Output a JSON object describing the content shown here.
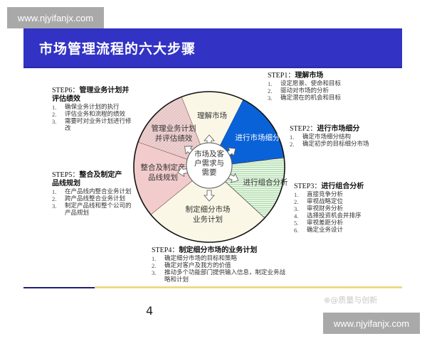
{
  "watermark": {
    "text": "www.njyifanjx.com"
  },
  "header": {
    "title": "市场管理流程的六大步骤",
    "bg_color": "#3232c4"
  },
  "center": {
    "label_lines": [
      "市场及客",
      "户需求与",
      "需要"
    ]
  },
  "segments": [
    {
      "id": "understand-market",
      "label_lines": [
        "理解市场"
      ],
      "color": "#fbf7e8"
    },
    {
      "id": "market-segmentation",
      "label_lines": [
        "进行市场细分"
      ],
      "color": "#0a62d8"
    },
    {
      "id": "portfolio-analysis",
      "label_lines": [
        "进行组合分析"
      ],
      "color": "#d2edd0"
    },
    {
      "id": "segment-business-plan",
      "label_lines": [
        "制定细分市场",
        "业务计划"
      ],
      "color": "#fbf7e8"
    },
    {
      "id": "integrate-product-line",
      "label_lines": [
        "整合及制定产",
        "品线规划"
      ],
      "color": "#f2c8c8"
    },
    {
      "id": "manage-evaluate",
      "label_lines": [
        "管理业务计划",
        "并评估绩效"
      ],
      "color": "#e8c4c4"
    }
  ],
  "steps": [
    {
      "no": "STEP1：",
      "title": "理解市场",
      "items": [
        "设定愿景、使命和目标",
        "驱动对市场的分析",
        "确定潜在的机会和目标"
      ]
    },
    {
      "no": "STEP2：",
      "title": "进行市场细分",
      "items": [
        "确定市场细分结构",
        "确定初步的目标细分市场"
      ]
    },
    {
      "no": "STEP3：",
      "title": "进行组合分析",
      "items": [
        "直接竞争分析",
        "审视战略定位",
        "审视财务分析",
        "选择投资机会并排序",
        "审视差距分析",
        "确定业务设计"
      ]
    },
    {
      "no": "STEP4：",
      "title": "制定细分市场的业务计划",
      "items": [
        "确定细分市场的目标和策略",
        "确定对客户及我方的价值",
        "推动多个功能部门提供输入信息，制定业务战略和计划"
      ]
    },
    {
      "no": "STEP5：",
      "title_lines": [
        "整合及制定产",
        "品线规划"
      ],
      "items": [
        "在产品线内整合业务计划",
        "跨产品线整合业务计划",
        "制定产品线和整个公司的产品规划"
      ]
    },
    {
      "no": "STEP6：",
      "title_lines": [
        "管理业务计划并",
        "评估绩效"
      ],
      "items": [
        "确保业务计划的执行",
        "评估业务和流程的绩效",
        "需要时对业务计划进行修改"
      ]
    }
  ],
  "numbers": [
    "1.",
    "2.",
    "3.",
    "4.",
    "5.",
    "6."
  ],
  "footer": {
    "page_number": "4",
    "source": "⊗@质量与创新"
  }
}
